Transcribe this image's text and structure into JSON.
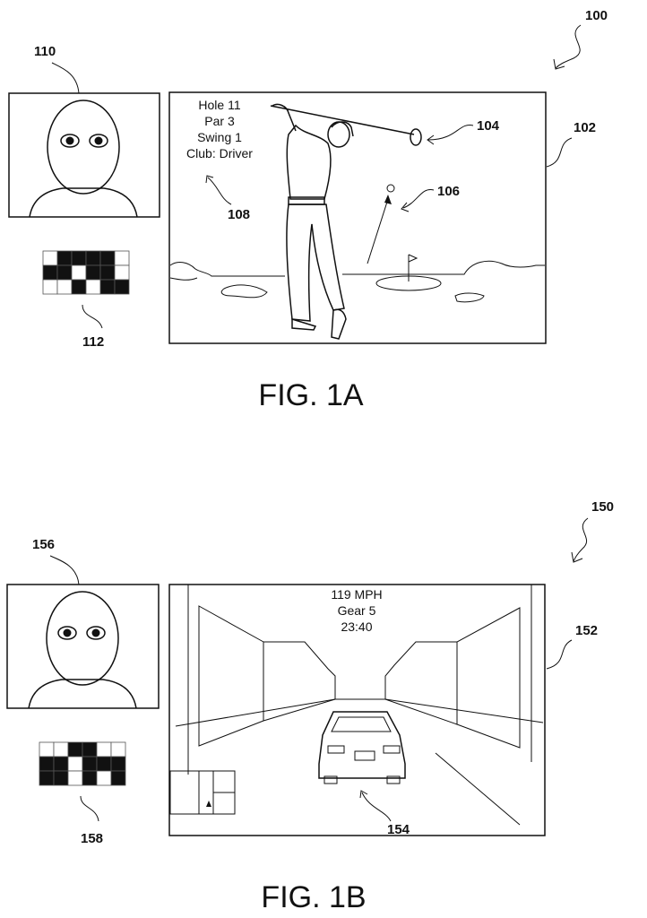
{
  "fig1a": {
    "fig_label": "FIG. 1A",
    "ref_100": "100",
    "ref_102": "102",
    "ref_104": "104",
    "ref_106": "106",
    "ref_108": "108",
    "ref_110": "110",
    "ref_112": "112",
    "hud": [
      "Hole 11",
      "Par 3",
      "Swing 1",
      "Club: Driver"
    ],
    "code_grid": [
      [
        0,
        1,
        1,
        1,
        1,
        0
      ],
      [
        1,
        1,
        0,
        1,
        1,
        0
      ],
      [
        0,
        0,
        1,
        0,
        1,
        1
      ]
    ]
  },
  "fig1b": {
    "fig_label": "FIG. 1B",
    "ref_150": "150",
    "ref_152": "152",
    "ref_154": "154",
    "ref_156": "156",
    "ref_158": "158",
    "hud": [
      "119 MPH",
      "Gear 5",
      "23:40"
    ],
    "code_grid": [
      [
        0,
        0,
        1,
        1,
        0,
        0
      ],
      [
        1,
        1,
        0,
        1,
        1,
        1
      ],
      [
        1,
        1,
        0,
        1,
        0,
        1
      ]
    ]
  },
  "colors": {
    "ink": "#111111",
    "paper": "#ffffff"
  }
}
